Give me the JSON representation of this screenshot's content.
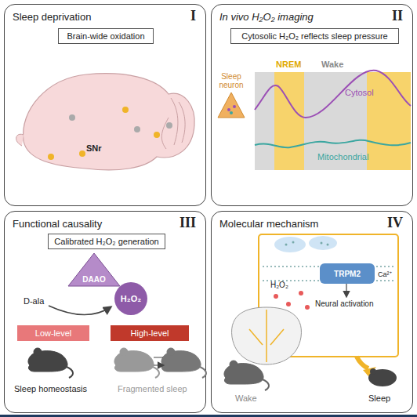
{
  "diagram": {
    "nodes": [
      {
        "text": [
          "Sleep deprivation",
          "I"
        ]
      },
      {
        "text": [
          "Brain-wide oxidation"
        ],
        "in": 0
      },
      {
        "text": [
          "In vivo H₂O₂ imaging",
          "II"
        ]
      },
      {
        "text": [
          "Cytosolic H₂O₂ reflects sleep pressure"
        ],
        "in": 2
      },
      {
        "text": [
          "Functional causality",
          "III"
        ]
      },
      {
        "text": [
          "Calibrated H₂O₂ generation"
        ],
        "in": 4
      },
      {
        "text": [
          "DAAO"
        ],
        "in": 4
      },
      {
        "text": [
          "H₂O₂"
        ],
        "in": 4
      },
      {
        "text": [
          "Low-level"
        ],
        "in": 4
      },
      {
        "text": [
          "High-level"
        ],
        "in": 4
      },
      {
        "text": [
          "Molecular mechanism",
          "IV"
        ]
      },
      {
        "text": [
          "TRPM2"
        ],
        "in": 10
      }
    ],
    "labels": [
      "SNr",
      "Sleep neuron",
      "NREM",
      "Wake",
      "Cytosol",
      "Mitochondrial",
      "D-ala",
      "Sleep homeostasis",
      "Fragmented sleep",
      "H₂O₂",
      "Ca²⁺",
      "Neural activation",
      "Wake",
      "Sleep"
    ]
  }
}
